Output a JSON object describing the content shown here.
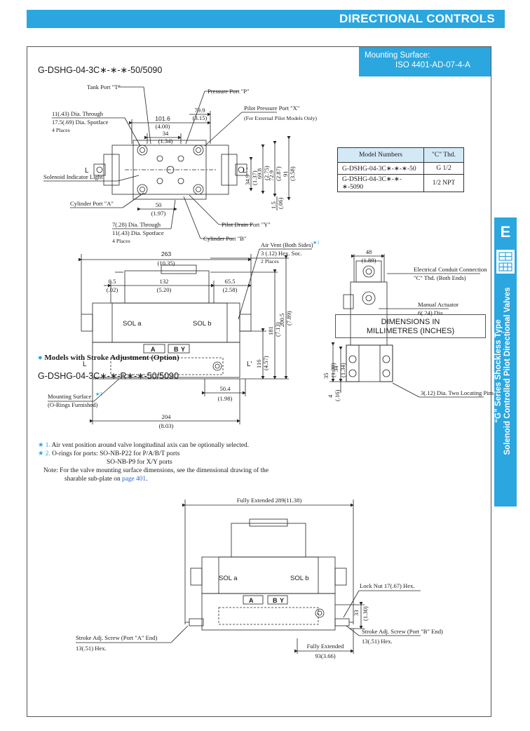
{
  "header": {
    "title": "DIRECTIONAL CONTROLS"
  },
  "mounting": {
    "line1": "Mounting Surface:",
    "line2": "ISO 4401-AD-07-4-A"
  },
  "model_title": "G-DSHG-04-3C∗-∗-∗-50/5090",
  "table": {
    "headers": [
      "Model Numbers",
      "\"C\" Thd."
    ],
    "rows": [
      [
        "G-DSHG-04-3C∗-∗-∗-50",
        "G 1/2"
      ],
      [
        "G-DSHG-04-3C∗-∗-∗-5090",
        "1/2 NPT"
      ]
    ]
  },
  "top_view": {
    "tank_port": "Tank Port \"T\"",
    "pressure_port": "Pressure Port \"P\"",
    "pilot_pressure_port": "Pilot Pressure Port \"X\"",
    "pilot_pressure_note": "(For External Pilot Models Only)",
    "dia_through_1": "11(.43) Dia. Through",
    "spotface_1": "17.5(.69) Dia. Spotface",
    "places_1": "4 Places",
    "solenoid_light": "Solenoid Indicator Light",
    "cylinder_a": "Cylinder Port \"A\"",
    "pilot_drain": "Pilot Drain Port \"Y\"",
    "cylinder_b": "Cylinder Port \"B\"",
    "dia_through_2": "7(.28) Dia. Through",
    "spotface_2": "11(.43) Dia. Spotface",
    "places_2": "4 Places",
    "d1016": "101.6",
    "d1016i": "(4.00)",
    "d799": "79.9",
    "d799i": "(3.15)",
    "d34": "34",
    "d34i": "(1.34)",
    "d50": "50",
    "d50i": "(1.97)",
    "v349": "34.9",
    "v349i": "(1.37)",
    "v698": "69.8",
    "v698i": "(2.75)",
    "v729": "72.9",
    "v729i": "(2.87)",
    "v91": "91",
    "v91i": "(3.58)",
    "v15": "1.5",
    "v15i": "(.06)",
    "L": "L",
    "Lp": "L'"
  },
  "front_view": {
    "d263": "263",
    "d263i": "(10.35)",
    "d05": "0.5",
    "d05i": "(.02)",
    "d132": "132",
    "d132i": "(5.20)",
    "d655": "65.5",
    "d655i": "(2.58)",
    "air_vent": "Air Vent (Both Sides)",
    "hex_soc": "3 (.12) Hex. Soc.",
    "places_vent": "2 Places",
    "sol_a": "SOL a",
    "sol_b": "SOL b",
    "port_a": "A",
    "port_b": "B",
    "port_y": "Y",
    "v116": "116",
    "v116i": "(4.57)",
    "v181": "181",
    "v181i": "(7.13)",
    "v2005": "200.5",
    "v2005i": "(7.89)",
    "mounting_surface": "Mounting Surface",
    "o_rings": "(O-Rings Furnished)",
    "d504": "50.4",
    "d504i": "(1.98)",
    "d204": "204",
    "d204i": "(8.03)",
    "L": "L",
    "Lp": "L'"
  },
  "side_view": {
    "d48": "48",
    "d48i": "(1.89)",
    "conduit": "Electrical Conduit Connection",
    "c_thd": "\"C\" Thd. (Both Ends)",
    "manual_actuator": "Manual Actuator",
    "dia6": "6(.24) Dia.",
    "v35": "35",
    "v35i": "(1.38)",
    "v34": "34",
    "v34i": "(1.34)",
    "v4": "4",
    "v4i": "(.16)",
    "locating_pins": "3(.12) Dia. Two Locating Pins"
  },
  "notes": {
    "n1_mark": "★",
    "n1_num": "1.",
    "n1": "Air vent position around valve longitudinal axis can be optionally selected.",
    "n2_mark": "★",
    "n2_num": "2.",
    "n2a": "O-rings for ports: SO-NB-P22 for P/A/B/T ports",
    "n2b": "SO-NB-P9 for X/Y ports",
    "n3a": "Note: For the valve mounting surface dimensions, see the dimensional drawing of the",
    "n3b": "sharable sub-plate on",
    "n3_link": "page 401",
    "n3_end": "."
  },
  "dimensions_box": {
    "line1": "DIMENSIONS IN",
    "line2": "MILLIMETRES (INCHES)"
  },
  "option": {
    "title": "Models with Stroke Adjustment (Option)",
    "model": "G-DSHG-04-3C∗-∗-R∗-∗-50/5090",
    "fully_extended_top": "Fully Extended 289(11.38)",
    "sol_a": "SOL a",
    "sol_b": "SOL b",
    "port_a": "A",
    "port_b": "B",
    "port_y": "Y",
    "lock_nut": "Lock Nut 17(.67) Hex.",
    "v33": "33",
    "v33i": "(1.30)",
    "stroke_a": "Stroke Adj. Screw (Port \"A\" End)",
    "hex_a": "13(.51)  Hex.",
    "fully_extended": "Fully Extended",
    "d93": "93(3.66)",
    "stroke_b": "Stroke Adj. Screw (Port \"B\" End)",
    "hex_b": "13(.51) Hex."
  },
  "side_tab": {
    "letter": "E",
    "line1": "“G” Series Shockless Type",
    "line2": "Solenoid Controlled Pilot Directional Valves"
  },
  "colors": {
    "accent": "#2ba6df",
    "table_header": "#d3e9f6",
    "link": "#2b63d6"
  }
}
